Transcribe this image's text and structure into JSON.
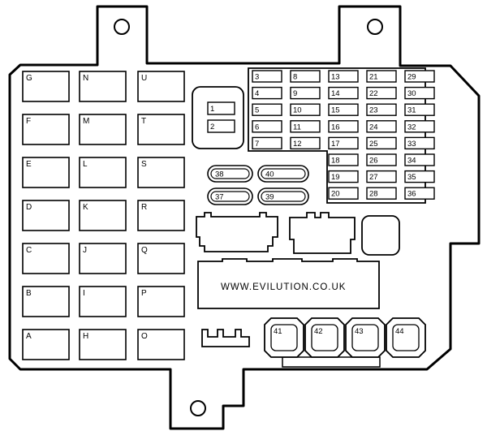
{
  "watermark": "WWW.EVILUTION.CO.UK",
  "large_fuses": {
    "col1": [
      "G",
      "F",
      "E",
      "D",
      "C",
      "B",
      "A"
    ],
    "col2": [
      "N",
      "M",
      "L",
      "K",
      "J",
      "I",
      "H"
    ],
    "col3": [
      "U",
      "T",
      "S",
      "R",
      "Q",
      "P",
      "O"
    ]
  },
  "mini_fuses": {
    "col1": [
      "3",
      "4",
      "5",
      "6",
      "7"
    ],
    "col2": [
      "8",
      "9",
      "10",
      "11",
      "12"
    ],
    "col3": [
      "13",
      "14",
      "15",
      "16",
      "17",
      "18",
      "19",
      "20"
    ],
    "col4": [
      "21",
      "22",
      "23",
      "24",
      "25",
      "26",
      "27",
      "28"
    ],
    "col5": [
      "29",
      "30",
      "31",
      "32",
      "33",
      "34",
      "35",
      "36"
    ]
  },
  "small_pair": [
    "1",
    "2"
  ],
  "oval_fuses": {
    "row1": [
      "38",
      "40"
    ],
    "row2": [
      "37",
      "39"
    ]
  },
  "relays": [
    "41",
    "42",
    "43",
    "44"
  ]
}
